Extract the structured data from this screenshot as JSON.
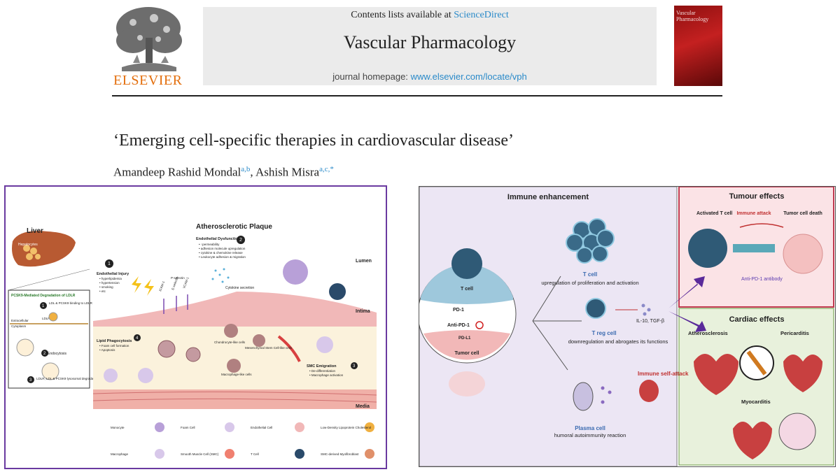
{
  "header": {
    "publisher_logo_text": "ELSEVIER",
    "contents_prefix": "Contents lists available at",
    "contents_link": "ScienceDirect",
    "journal_title": "Vascular Pharmacology",
    "homepage_prefix": "journal homepage:",
    "homepage_link": "www.elsevier.com/locate/vph",
    "cover_title": "Vascular Pharmacology"
  },
  "article": {
    "title": "‘Emerging cell-specific therapies in cardiovascular disease’",
    "authors": [
      {
        "name": "Amandeep Rashid Mondal",
        "affil": "a,b"
      },
      {
        "name": "Ashish Misra",
        "affil": "a,c,*"
      }
    ]
  },
  "left_figure": {
    "title": "Atherosclerotic Plaque",
    "liver": "Liver",
    "hepatocytes": "Hepatocytes",
    "pcsk9_title": "PCSK9-Mediated Degradation of LDLR",
    "step1": "LDL & PCSK9 binding to LDLR",
    "step2": "Endocytosis",
    "step3": "LDLR, LDL & PCSK9 lysosomal degradation",
    "extracellular": "Extracellular",
    "cytoplasm": "Cytoplasm",
    "ldlr": "LDLR",
    "injury_title": "Endothelial Injury",
    "injury_items": [
      "hyperlipidemia",
      "hypertension",
      "smoking",
      "etc"
    ],
    "dysfunction_title": "Endothelial Dysfunction",
    "dysfunction_items": [
      "↑permeability",
      "adhesion molecule upregulation",
      "cytokine & chemokine release",
      "Leukocyte adhesion & migration"
    ],
    "icam": "ICAM-1",
    "pselectin": "P-selectin",
    "eselectin": "E-selectin",
    "vcam": "VCAM-1",
    "cytokine": "Cytokine secretion",
    "lumen": "Lumen",
    "intima": "Intima",
    "media": "Media",
    "lipid_title": "Lipid Phagocytosis",
    "lipid_items": [
      "Foam cell formation",
      "Apoptosis"
    ],
    "chondro": "Chondrocyte-like cells",
    "mesen": "Mesenchymal Stem Cell-like cells",
    "macro_like": "Macrophage-like cells",
    "smc_title": "SMC Emigration",
    "smc_items": [
      "De-differentiation",
      "Macrophage activation"
    ],
    "step_numbers": [
      "1",
      "2",
      "3",
      "4"
    ],
    "legend": [
      "Monocyte",
      "Foam Cell",
      "Endothelial Cell",
      "Low-Density Lipoprotein Cholesterol",
      "Macrophage",
      "Smooth Muscle Cell (SMC)",
      "T Cell",
      "SMC-derived Myofibroblast"
    ]
  },
  "right_figure": {
    "immune_title": "Immune enhancement",
    "t_cell": "T cell",
    "pd1": "PD-1",
    "anti_pd1": "Anti-PD-1",
    "pdl1": "PD-L1",
    "tumor_cell": "Tumor cell",
    "tcell_label": "T cell",
    "tcell_desc": "upregulation of proliferation and activation",
    "treg_label": "T reg cell",
    "treg_desc": "downregulation and abrogates its functions",
    "il10": "IL-10, TGF-β",
    "plasma_label": "Plasma cell",
    "plasma_desc": "humoral autoimmunity reaction",
    "self_attack": "Immune self-attack",
    "tumour_title": "Tumour effects",
    "activated": "Activated T cell",
    "immune_attack": "Immune attack",
    "tumor_death": "Tumor cell death",
    "antibody": "Anti-PD-1 antibody",
    "cardiac_title": "Cardiac effects",
    "atherosclerosis": "Atherosclerosis",
    "pericarditis": "Pericarditis",
    "myocarditis": "Myocarditis"
  },
  "colors": {
    "elsevier_orange": "#e36e0c",
    "link_blue": "#2a8ac9",
    "panel_purple": "#6a3aa0",
    "immune_bg": "#ece6f4",
    "tumour_bg": "#fbe3e6",
    "cardiac_bg": "#e8f1dc"
  }
}
